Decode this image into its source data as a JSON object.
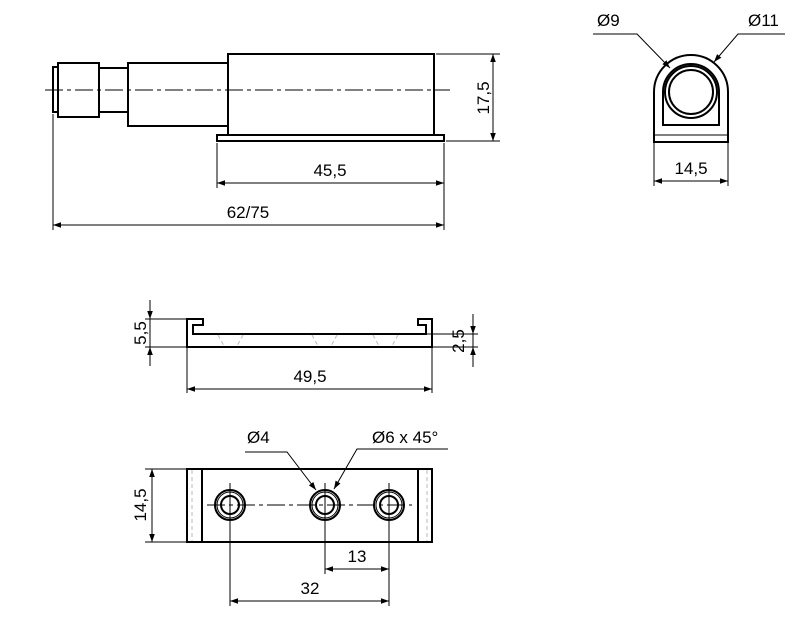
{
  "side_view": {
    "height_label": "17,5",
    "flange_length_label": "45,5",
    "total_length_label": "62/75"
  },
  "end_view": {
    "inner_diameter_label": "Ø9",
    "outer_diameter_label": "Ø11",
    "width_label": "14,5"
  },
  "plate_profile": {
    "total_height_label": "5,5",
    "base_height_label": "2,5",
    "length_label": "49,5"
  },
  "plate_top": {
    "width_label": "14,5",
    "hole_label": "Ø4",
    "countersink_label": "Ø6 x 45°",
    "hole_spacing_small_label": "13",
    "hole_spacing_large_label": "32"
  },
  "colors": {
    "line": "#000000",
    "hidden": "#bbbbbb"
  }
}
